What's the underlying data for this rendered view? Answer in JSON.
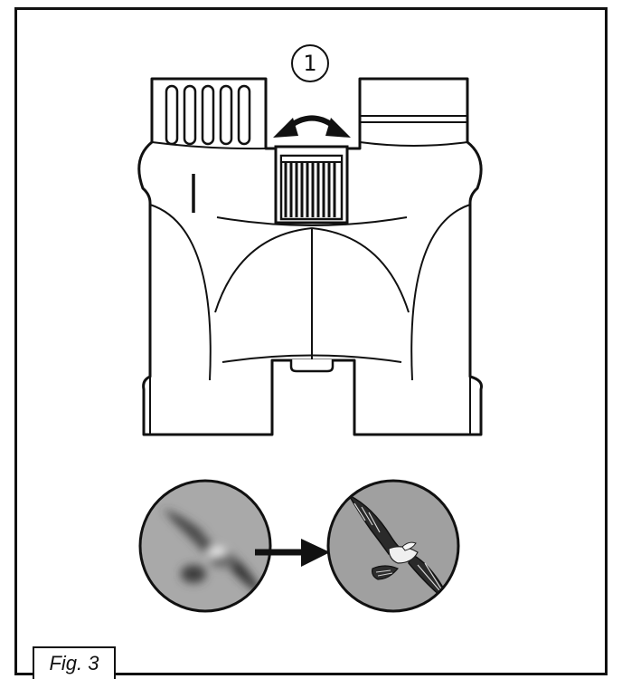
{
  "figure": {
    "label": "Fig. 3",
    "callout_number": "1",
    "callout_glyph": "①",
    "line_color": "#111111",
    "background_color": "#ffffff",
    "lens_gray_blurry": "#a9a9a9",
    "lens_gray_sharp": "#a0a0a0"
  },
  "illustration": {
    "subject": "binoculars-top-view",
    "control": "center-focus-wheel",
    "control_motion": "rotate-both-directions",
    "result_before": "blurry-bird-view",
    "result_after": "sharp-bird-view"
  }
}
